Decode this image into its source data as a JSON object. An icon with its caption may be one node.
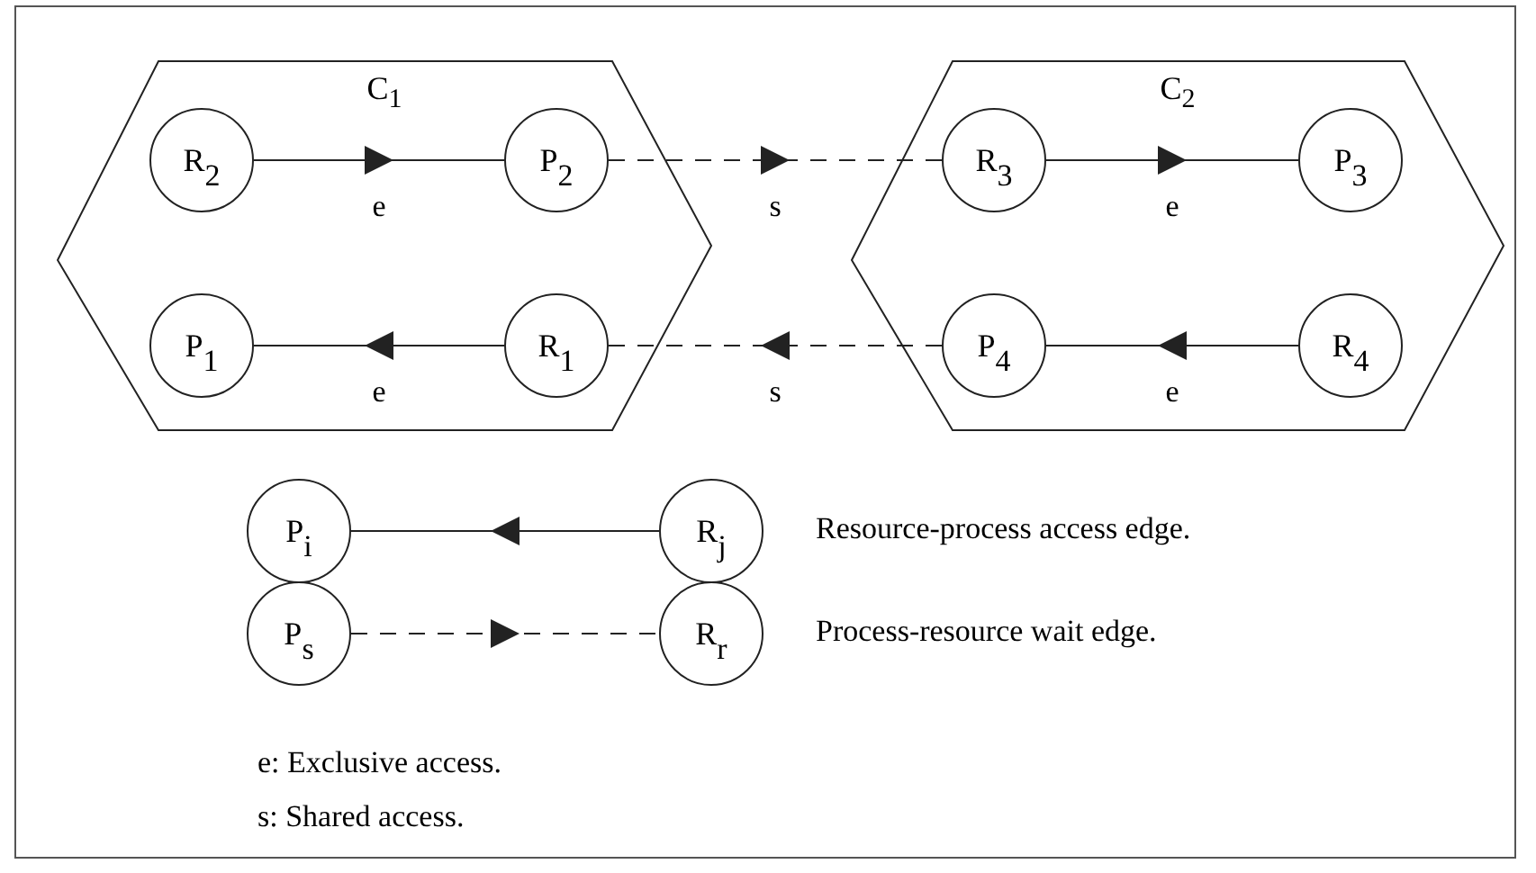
{
  "diagram": {
    "nodes": [
      {
        "text": [
          "C$_{1}$"
        ]
      },
      {
        "text": [
          "R$_{2}$"
        ],
        "in": 0
      },
      {
        "text": [
          "P$_{2}$"
        ],
        "in": 0
      },
      {
        "text": [
          "P$_{1}$"
        ],
        "in": 0
      },
      {
        "text": [
          "R$_{1}$"
        ],
        "in": 0
      },
      {
        "text": [
          "C$_{2}$"
        ]
      },
      {
        "text": [
          "R$_{3}$"
        ],
        "in": 5
      },
      {
        "text": [
          "P$_{3}$"
        ],
        "in": 5
      },
      {
        "text": [
          "P$_{4}$"
        ],
        "in": 5
      },
      {
        "text": [
          "R$_{4}$"
        ],
        "in": 5
      },
      {
        "text": [
          "P$_{i}$"
        ]
      },
      {
        "text": [
          "R$_{j}$"
        ]
      },
      {
        "text": [
          "P$_{s}$"
        ]
      },
      {
        "text": [
          "R$_{r}$"
        ]
      }
    ],
    "edges": [
      {
        "from": 1,
        "to": 2,
        "arrow": "to",
        "label": "e"
      },
      {
        "from": 2,
        "to": 6,
        "arrow": "to",
        "label": "s",
        "style": "dashed"
      },
      {
        "from": 6,
        "to": 7,
        "arrow": "to",
        "label": "e"
      },
      {
        "from": 4,
        "to": 3,
        "arrow": "to",
        "label": "e"
      },
      {
        "from": 8,
        "to": 4,
        "arrow": "to",
        "label": "s",
        "style": "dashed"
      },
      {
        "from": 9,
        "to": 8,
        "arrow": "to",
        "label": "e"
      },
      {
        "from": 11,
        "to": 10,
        "arrow": "to"
      },
      {
        "from": 12,
        "to": 13,
        "arrow": "to",
        "style": "dashed"
      }
    ],
    "labels": [
      "Resource-process access edge.",
      "Process-resource wait edge.",
      "e: Exclusive access.",
      "s: Shared access."
    ]
  }
}
